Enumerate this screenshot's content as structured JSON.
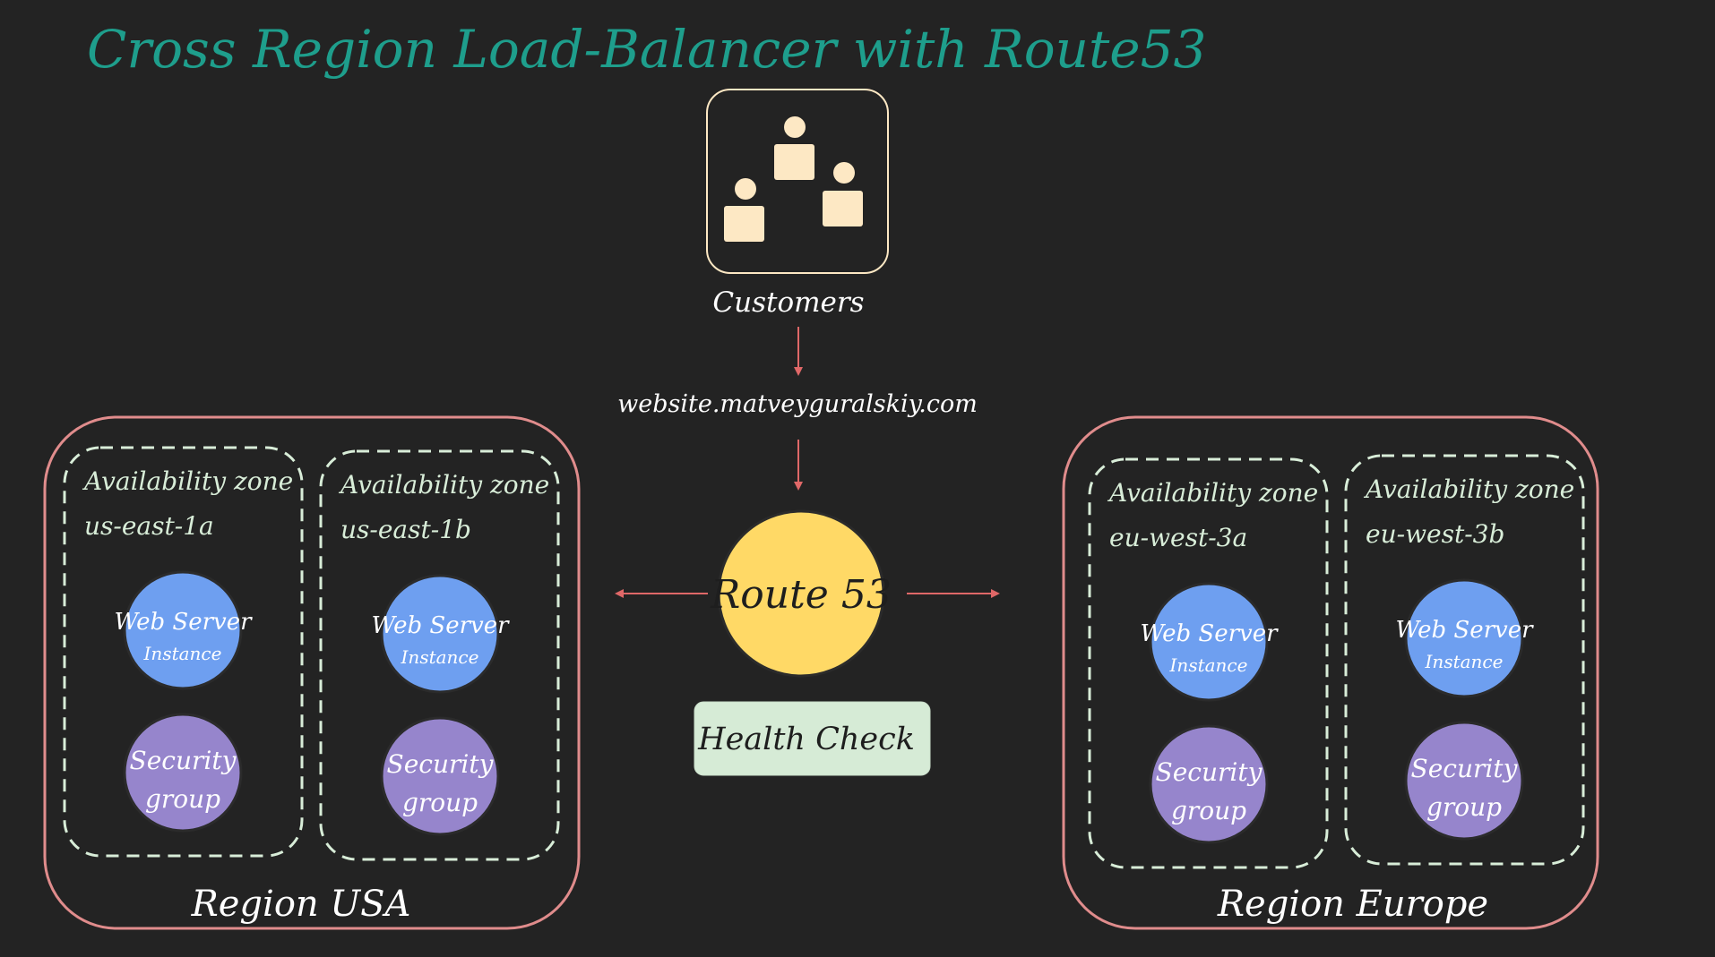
{
  "title": "Cross Region Load-Balancer with Route53",
  "customers": {
    "label": "Customers",
    "icon": "users-group-icon"
  },
  "domain": "website.matveyguralskiy.com",
  "route53": {
    "label": "Route 53",
    "health_check": "Health Check"
  },
  "regions": [
    {
      "label": "Region USA",
      "zones": [
        {
          "line1": "Availability zone",
          "line2": "us-east-1a",
          "server": [
            "Web Server",
            "Instance"
          ],
          "sg": [
            "Security",
            "group"
          ]
        },
        {
          "line1": "Availability zone",
          "line2": "us-east-1b",
          "server": [
            "Web Server",
            "Instance"
          ],
          "sg": [
            "Security",
            "group"
          ]
        }
      ]
    },
    {
      "label": "Region Europe",
      "zones": [
        {
          "line1": "Availability zone",
          "line2": "eu-west-3a",
          "server": [
            "Web Server",
            "Instance"
          ],
          "sg": [
            "Security",
            "group"
          ]
        },
        {
          "line1": "Availability zone",
          "line2": "eu-west-3b",
          "server": [
            "Web Server",
            "Instance"
          ],
          "sg": [
            "Security",
            "group"
          ]
        }
      ]
    }
  ],
  "colors": {
    "background": "#232323",
    "title": "#1e9e8c",
    "region_border": "#e08c8c",
    "zone_border": "#d8edd8",
    "arrow": "#e06868",
    "web_server": "#6e9ff0",
    "security_group": "#9685cc",
    "route53": "#ffd966",
    "health_check": "#d6ebd6",
    "customers_icon": "#fde8c4",
    "text": "#ffffff"
  }
}
